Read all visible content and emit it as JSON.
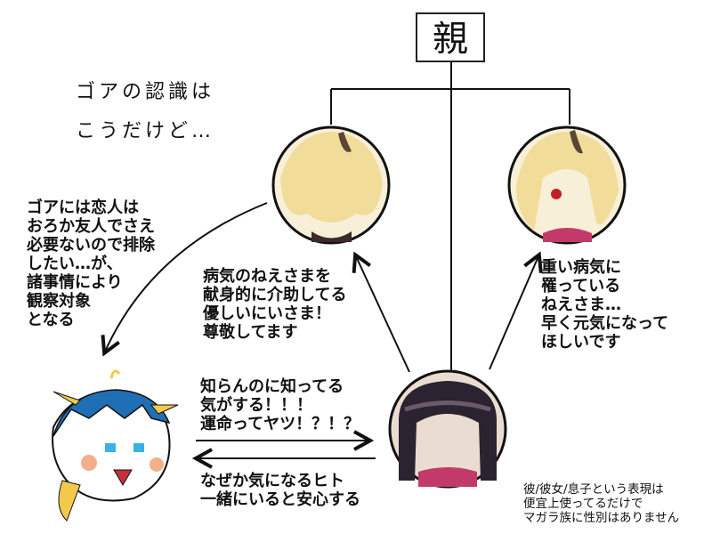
{
  "parent_label": "親",
  "heading": [
    "ゴアの認識は",
    "こうだけど…"
  ],
  "notes": {
    "gore": "ゴアには恋人は\nおろか友人でさえ\n必要ないので排除\nしたい…が、\n諸事情により\n観察対象\nとなる",
    "brother": "病気のねえさまを\n献身的に介助してる\n優しいにいさま！\n尊敬してます",
    "sister": "重い病気に\n罹っている\nねえさま…\n早く元気になって\nほしいです",
    "to_child": "知らんのに知ってる\n気がする！！！\n運命ってヤツ！？！？",
    "to_gore": "なぜか気になるヒト\n一緒にいると安心する",
    "disclaimer": "彼/彼女/息子という表現は\n便宜上使ってるだけで\nマガラ族に性別はありません"
  },
  "colors": {
    "line": "#111111",
    "hair_blond": "#f2dc9a",
    "hair_dark": "#2b2330",
    "hair_blue": "#1f6fb5",
    "accent": "#c23a6a"
  }
}
